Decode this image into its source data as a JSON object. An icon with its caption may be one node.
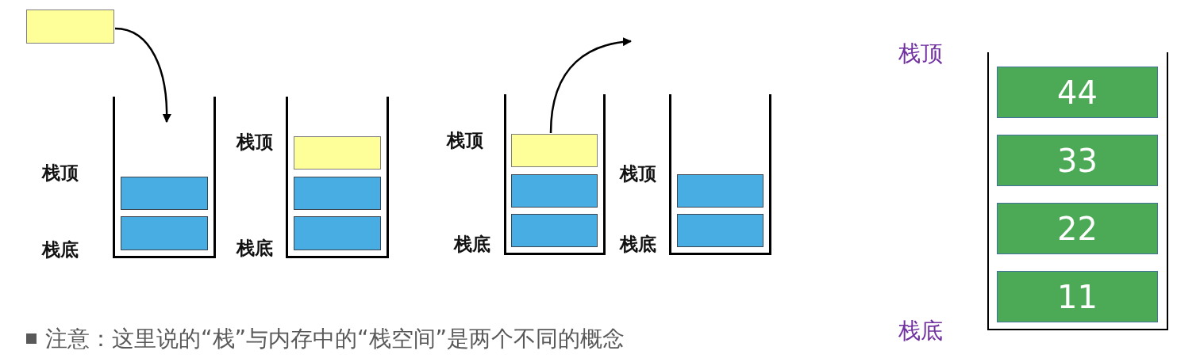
{
  "diagram": {
    "nodes": [
      {
        "text": [],
        "shape": "bar"
      },
      {
        "text": [],
        "shape": "box",
        "beside": [
          "栈顶",
          "栈底"
        ]
      },
      {
        "text": [],
        "shape": "bar",
        "in": 1
      },
      {
        "text": [],
        "shape": "bar",
        "in": 1
      },
      {
        "text": [],
        "shape": "box",
        "beside": [
          "栈顶",
          "栈底"
        ]
      },
      {
        "text": [],
        "shape": "bar",
        "in": 4
      },
      {
        "text": [],
        "shape": "bar",
        "in": 4
      },
      {
        "text": [],
        "shape": "bar",
        "in": 4
      },
      {
        "text": [],
        "shape": "box",
        "beside": [
          "栈顶",
          "栈底"
        ]
      },
      {
        "text": [],
        "shape": "bar",
        "in": 8
      },
      {
        "text": [],
        "shape": "bar",
        "in": 8
      },
      {
        "text": [],
        "shape": "bar",
        "in": 8
      },
      {
        "text": [],
        "shape": "box",
        "beside": [
          "栈顶",
          "栈底"
        ]
      },
      {
        "text": [],
        "shape": "bar",
        "in": 12
      },
      {
        "text": [],
        "shape": "bar",
        "in": 12
      },
      {
        "text": [],
        "shape": "box",
        "beside": [
          "栈顶",
          "栈底"
        ]
      },
      {
        "text": [
          "44"
        ],
        "in": 15
      },
      {
        "text": [
          "33"
        ],
        "in": 15
      },
      {
        "text": [
          "22"
        ],
        "in": 15
      },
      {
        "text": [
          "11"
        ],
        "in": 15
      }
    ],
    "edges": [
      {
        "from": 0,
        "to": 1,
        "arrow": "to"
      },
      {
        "from": 9,
        "to": null,
        "arrow": "to"
      }
    ],
    "labels": [
      "注意：这里说的“栈”与内存中的“栈空间”是两个不同的概念"
    ]
  }
}
